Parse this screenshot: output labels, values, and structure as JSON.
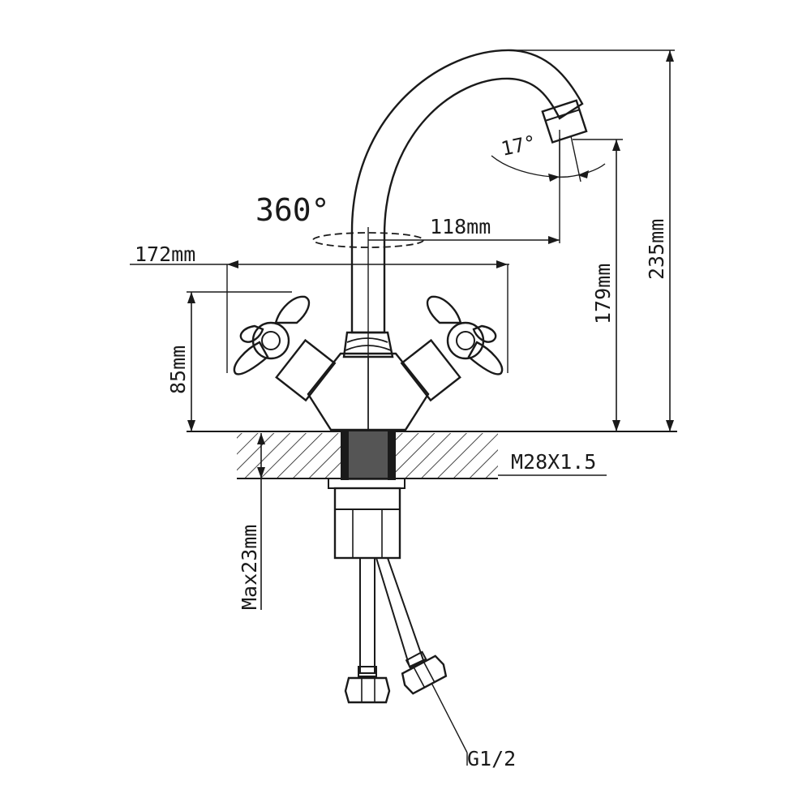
{
  "dimensions": {
    "swivel_angle": "360°",
    "aerator_tilt": "17°",
    "spout_reach": "118mm",
    "handle_span": "172mm",
    "handle_height": "85mm",
    "spout_clearance": "179mm",
    "total_height": "235mm",
    "mount_thread": "M28X1.5",
    "max_countertop": "Max23mm",
    "hose_connection": "G1/2"
  },
  "colors": {
    "line": "#1a1a1a",
    "background": "#ffffff"
  }
}
